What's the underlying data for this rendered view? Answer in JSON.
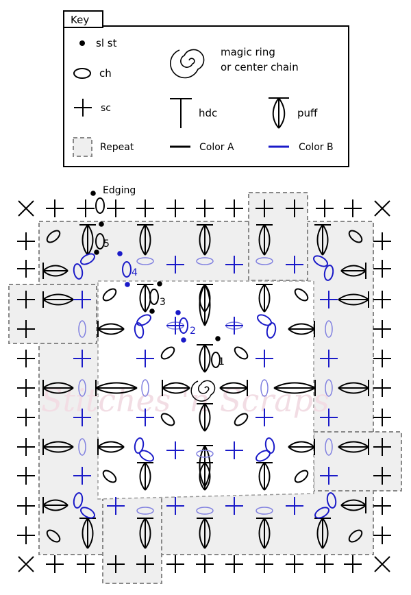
{
  "key": {
    "title": "Key",
    "items": {
      "sl_st": "sl st",
      "ch": "ch",
      "sc": "sc",
      "repeat": "Repeat",
      "magic_ring_line1": "magic ring",
      "magic_ring_line2": "or center chain",
      "hdc": "hdc",
      "color_a": "Color A",
      "puff": "puff",
      "color_b": "Color B"
    }
  },
  "labels": {
    "edging": "Edging",
    "round1": "1",
    "round2": "2",
    "round3": "3",
    "round4": "4",
    "round5": "5"
  },
  "watermark": "Stitches 'n Scraps",
  "colors": {
    "color_a": "#000000",
    "color_b": "#1a1ac8",
    "color_b_light": "#8080e0",
    "repeat_fill": "#efefef",
    "repeat_border": "#888888"
  }
}
